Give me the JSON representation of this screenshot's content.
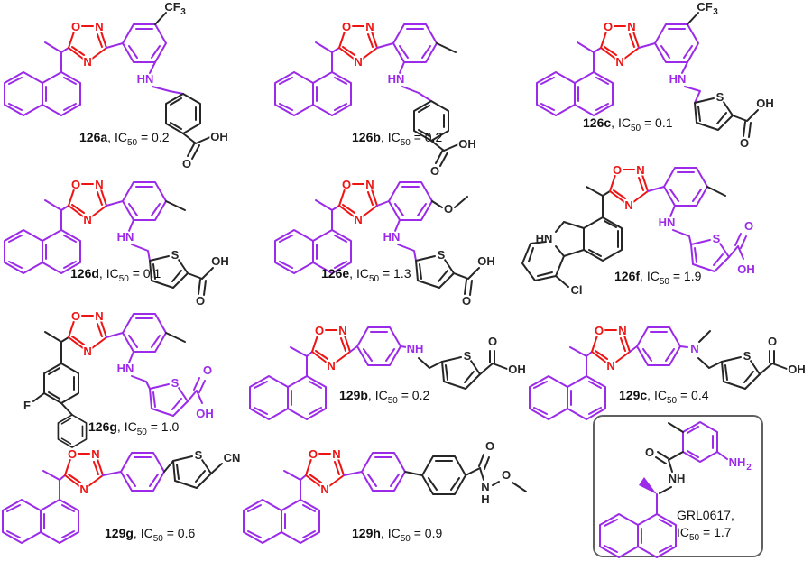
{
  "atoms": {
    "O": "O",
    "N": "N",
    "S": "S",
    "H": "H",
    "HN": "HN",
    "NH": "NH",
    "OH": "OH",
    "CF": "CF",
    "CN": "CN",
    "Cl": "Cl",
    "F": "F",
    "sub2": "2",
    "sub3": "3"
  },
  "label_parts": {
    "comma": ", ",
    "comma_only": ",",
    "ic": "IC",
    "fifty": "50",
    "equals": " = "
  },
  "colors": {
    "purple": "#9B2BE8",
    "red": "#EE1414",
    "black": "#262626",
    "box_gray": "#606060"
  },
  "compounds": [
    {
      "id": "126a",
      "ic50": "0.2"
    },
    {
      "id": "126b",
      "ic50": "0.2"
    },
    {
      "id": "126c",
      "ic50": "0.1"
    },
    {
      "id": "126d",
      "ic50": "0.1"
    },
    {
      "id": "126e",
      "ic50": "1.3"
    },
    {
      "id": "126f",
      "ic50": "1.9"
    },
    {
      "id": "126g",
      "ic50": "1.0"
    },
    {
      "id": "129b",
      "ic50": "0.2"
    },
    {
      "id": "129c",
      "ic50": "0.4"
    },
    {
      "id": "129g",
      "ic50": "0.6"
    },
    {
      "id": "129h",
      "ic50": "0.9"
    },
    {
      "id": "GRL0617",
      "ic50": "1.7"
    }
  ]
}
